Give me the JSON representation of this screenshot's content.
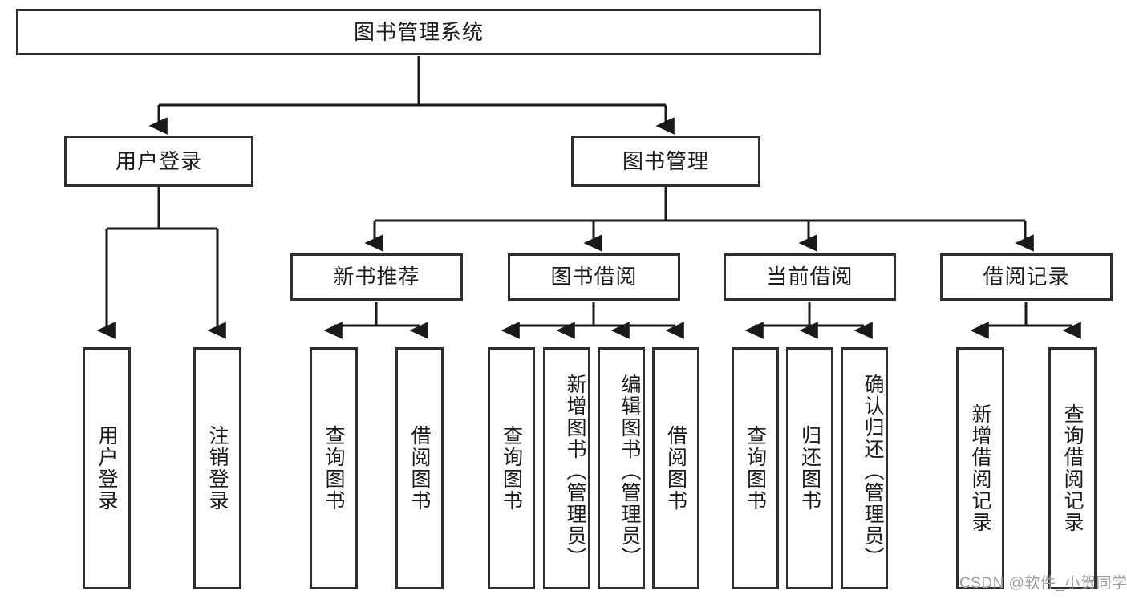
{
  "diagram": {
    "type": "tree-hierarchy",
    "title": "图书管理系统",
    "watermark": "CSDN @软件_小贺同学",
    "colors": {
      "box_border": "#2e2e2e",
      "box_fill": "#ffffff",
      "edge": "#1a1a1a",
      "text": "#1a1a1a",
      "watermark": "#9b9b9b"
    },
    "nodes": {
      "root": {
        "label": "图书管理系统"
      },
      "level2": [
        {
          "id": "user-login",
          "label": "用户登录"
        },
        {
          "id": "book-manage",
          "label": "图书管理"
        }
      ],
      "level3": [
        {
          "id": "new-book-recommend",
          "label": "新书推荐"
        },
        {
          "id": "book-borrow",
          "label": "图书借阅"
        },
        {
          "id": "current-borrow",
          "label": "当前借阅"
        },
        {
          "id": "borrow-record",
          "label": "借阅记录"
        }
      ],
      "leaves": {
        "user-login": [
          {
            "id": "leaf-user-login",
            "label": "用户登录"
          },
          {
            "id": "leaf-logout",
            "label": "注销登录"
          }
        ],
        "new-book-recommend": [
          {
            "id": "leaf-query-book-1",
            "label": "查询图书"
          },
          {
            "id": "leaf-borrow-book-1",
            "label": "借阅图书"
          }
        ],
        "book-borrow": [
          {
            "id": "leaf-query-book-2",
            "label": "查询图书"
          },
          {
            "id": "leaf-add-book",
            "label": "新增图书（管理员）"
          },
          {
            "id": "leaf-edit-book",
            "label": "编辑图书（管理员）"
          },
          {
            "id": "leaf-borrow-book-2",
            "label": "借阅图书"
          }
        ],
        "current-borrow": [
          {
            "id": "leaf-query-book-3",
            "label": "查询图书"
          },
          {
            "id": "leaf-return-book",
            "label": "归还图书"
          },
          {
            "id": "leaf-confirm-return",
            "label": "确认归还（管理员）"
          }
        ],
        "borrow-record": [
          {
            "id": "leaf-add-record",
            "label": "新增借阅记录"
          },
          {
            "id": "leaf-query-record",
            "label": "查询借阅记录"
          }
        ]
      }
    }
  }
}
